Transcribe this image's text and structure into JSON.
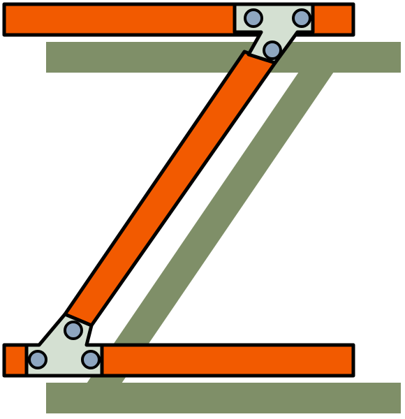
{
  "colors": {
    "background": "#ffffff",
    "shadow": "#7f8f68",
    "bar_fill": "#f25a00",
    "stroke": "#000000",
    "plate_fill": "#d4e0d2",
    "pin_fill": "#8ea6c0"
  },
  "parts": {
    "shadow": "shadow-z-shape",
    "top_bar": "top-horizontal-bar",
    "bottom_bar": "bottom-horizontal-bar",
    "diagonal_bar": "diagonal-bar",
    "top_bracket": "top-hinge-bracket",
    "bottom_bracket": "bottom-hinge-bracket",
    "pins": "pivot-pin"
  }
}
